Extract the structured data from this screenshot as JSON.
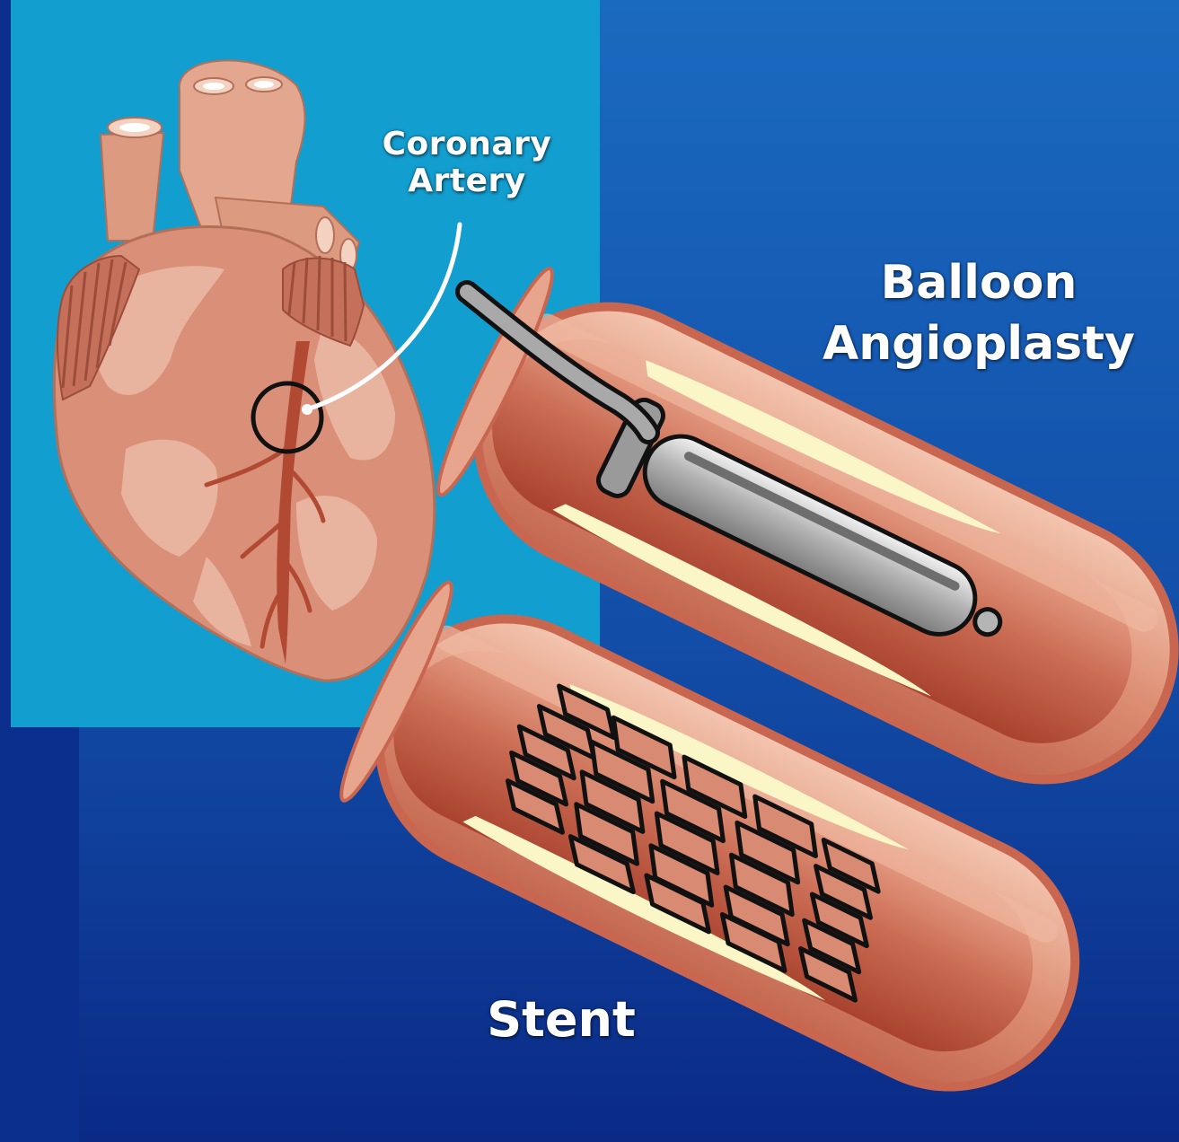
{
  "labels": {
    "coronary_line1": "Coronary",
    "coronary_line2": "Artery",
    "balloon_line1": "Balloon",
    "balloon_line2": "Angioplasty",
    "stent": "Stent"
  },
  "colors": {
    "background_dark": "#0a2a86",
    "background_light": "#1a6ac0",
    "panel": "#139ed0",
    "heart_base": "#d98f78",
    "heart_light": "#e9b49f",
    "artery_red": "#b24a33",
    "vessel_outer": "#c9664f",
    "vessel_inner_light": "#f0b9a2",
    "plaque": "#fbf6c8",
    "catheter_gray": "#a9a9a9",
    "stent_outline": "#111111"
  }
}
